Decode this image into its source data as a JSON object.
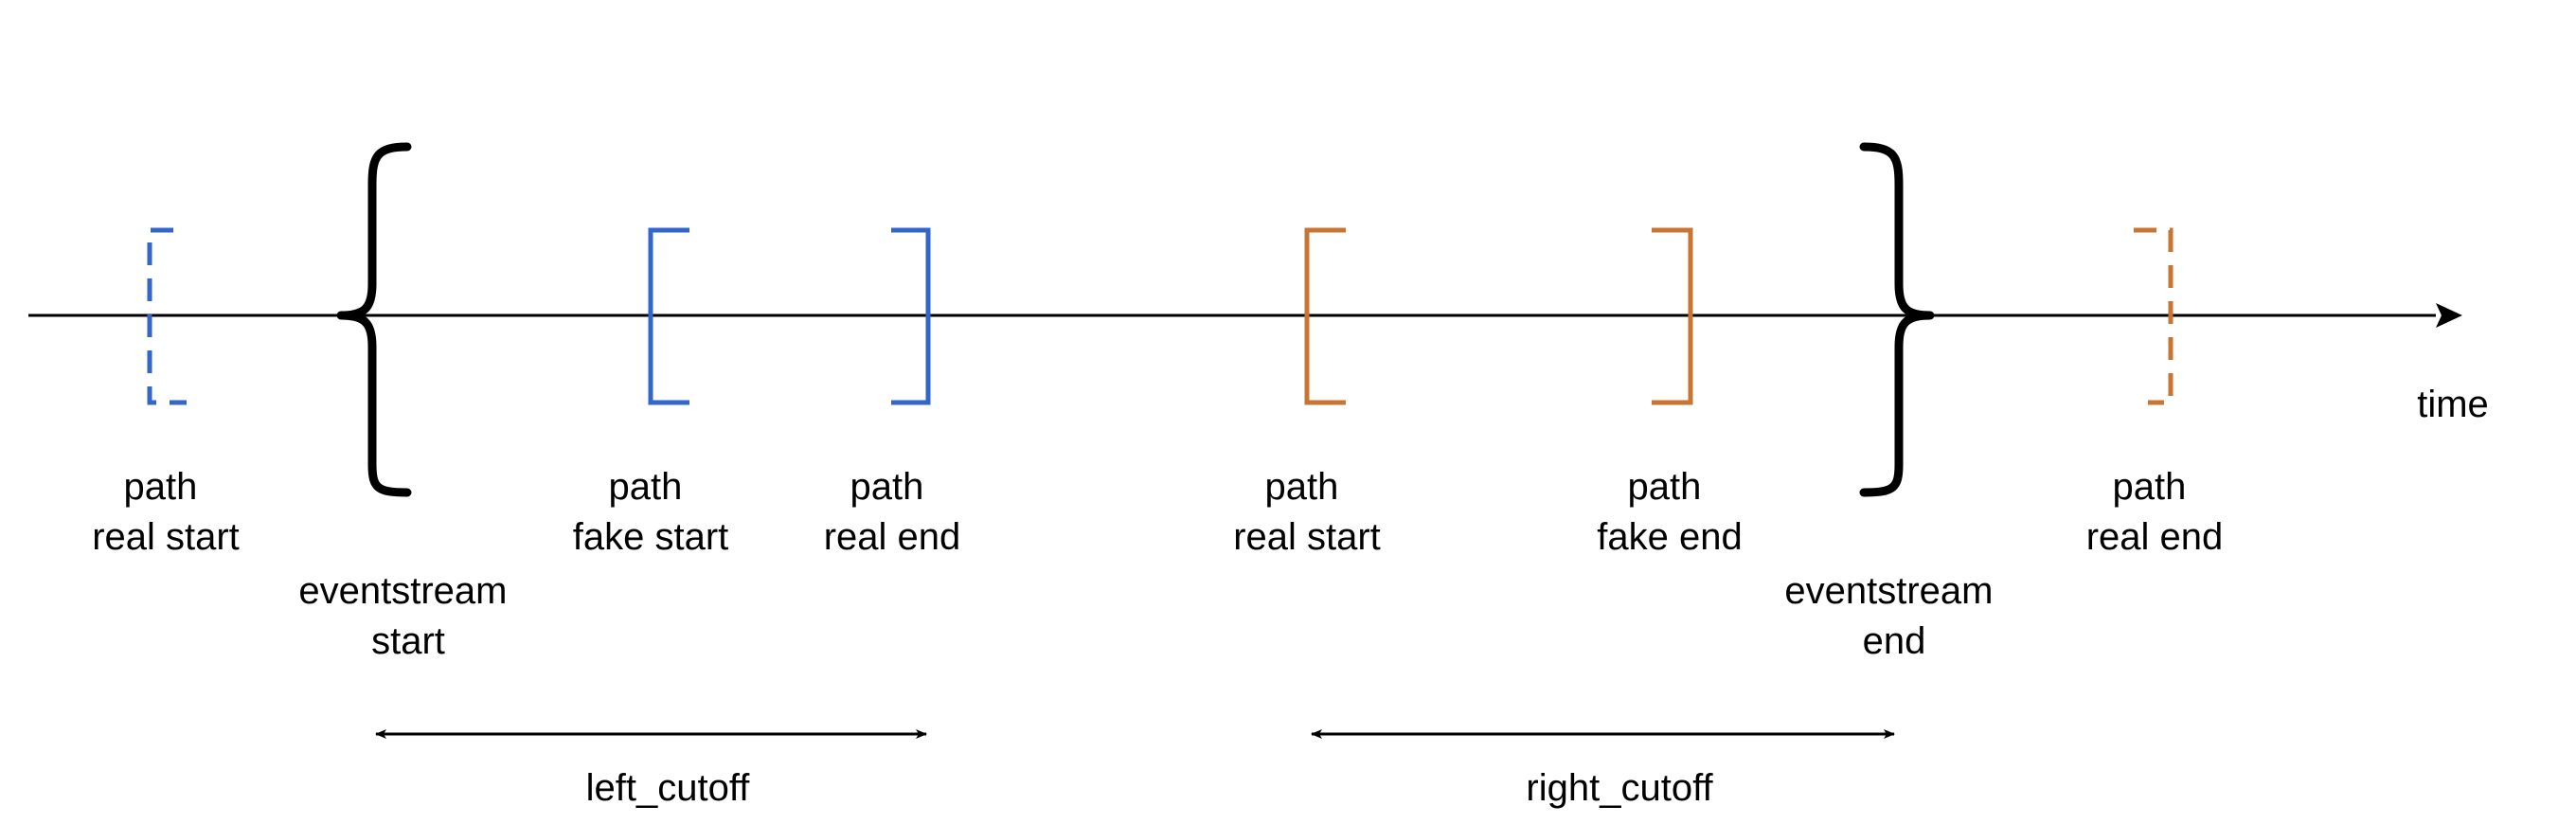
{
  "colors": {
    "axis": "#000000",
    "blue_path": "#3366cc",
    "orange_path": "#c87533"
  },
  "axis": {
    "label": "time"
  },
  "labels": {
    "left_real_start": [
      "path",
      "real start"
    ],
    "eventstream_start": [
      "eventstream",
      "start"
    ],
    "fake_start": [
      "path",
      "fake start"
    ],
    "left_real_end": [
      "path",
      "real end"
    ],
    "right_real_start": [
      "path",
      "real start"
    ],
    "fake_end": [
      "path",
      "fake end"
    ],
    "eventstream_end": [
      "eventstream",
      "end"
    ],
    "right_real_end": [
      "path",
      "real end"
    ]
  },
  "cutoffs": {
    "left": "left_cutoff",
    "right": "right_cutoff"
  }
}
